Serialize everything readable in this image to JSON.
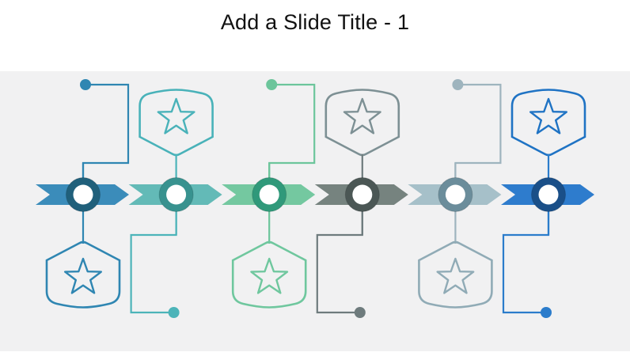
{
  "slide": {
    "title": "Add a Slide Title - 1",
    "band_color": "#f1f1f2",
    "page_color": "#ffffff"
  },
  "timeline": {
    "items": [
      {
        "id": "step-1",
        "badge_position": "below",
        "icon": "star-icon",
        "chevron_color": "#3b8cba",
        "ring_color": "#20607b",
        "line_color": "#2f86b2",
        "badge_color": "#2f86b2"
      },
      {
        "id": "step-2",
        "badge_position": "above",
        "icon": "star-icon",
        "chevron_color": "#63bab7",
        "ring_color": "#38928f",
        "line_color": "#4cb4b9",
        "badge_color": "#49b2b9"
      },
      {
        "id": "step-3",
        "badge_position": "below",
        "icon": "star-icon",
        "chevron_color": "#74c8a0",
        "ring_color": "#30997a",
        "line_color": "#6cc59b",
        "badge_color": "#6fc79e"
      },
      {
        "id": "step-4",
        "badge_position": "above",
        "icon": "star-icon",
        "chevron_color": "#76837f",
        "ring_color": "#4b5755",
        "line_color": "#6e7b7d",
        "badge_color": "#7d9094"
      },
      {
        "id": "step-5",
        "badge_position": "below",
        "icon": "star-icon",
        "chevron_color": "#a6c0c9",
        "ring_color": "#6b8d9b",
        "line_color": "#9eb4be",
        "badge_color": "#90abb6"
      },
      {
        "id": "step-6",
        "badge_position": "above",
        "icon": "star-icon",
        "chevron_color": "#2e7ccd",
        "ring_color": "#1a4f88",
        "line_color": "#2b7ccb",
        "badge_color": "#1f73c4"
      }
    ]
  }
}
